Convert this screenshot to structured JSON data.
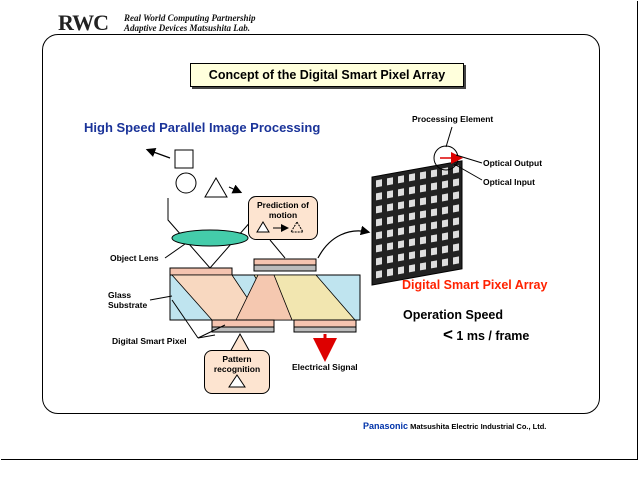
{
  "header": {
    "logo": "RWC",
    "org_line1": "Real  World  Computing  Partnership",
    "org_line2": "Adaptive Devices Matsushita  Lab."
  },
  "title": "Concept of the Digital Smart Pixel Array",
  "subtitle": "High Speed Parallel Image Processing",
  "labels": {
    "processing_element": "Processing Element",
    "optical_output": "Optical Output",
    "optical_input": "Optical Input",
    "object_lens": "Object Lens",
    "glass_substrate_1": "Glass",
    "glass_substrate_2": "Substrate",
    "digital_smart_pixel": "Digital Smart Pixel",
    "electrical_signal": "Electrical Signal",
    "prediction_1": "Prediction of",
    "prediction_2": "motion",
    "pattern_1": "Pattern",
    "pattern_2": "recognition"
  },
  "array_title": "Digital Smart Pixel Array",
  "speed": {
    "title": "Operation Speed",
    "symbol": "<",
    "value": " 1 ms / frame"
  },
  "footer": {
    "brand": "Panasonic",
    "company": "Matsushita Electric Industrial Co., Ltd."
  },
  "colors": {
    "title_box": "#ffffdc",
    "subtitle": "#1a3399",
    "array_title": "#ff2200",
    "lens": "#44ccaa",
    "beam_left": "#f8d8c0",
    "beam_right": "#f2e6b0",
    "electrical_arrow": "#dd0000",
    "brand": "#0033aa"
  }
}
